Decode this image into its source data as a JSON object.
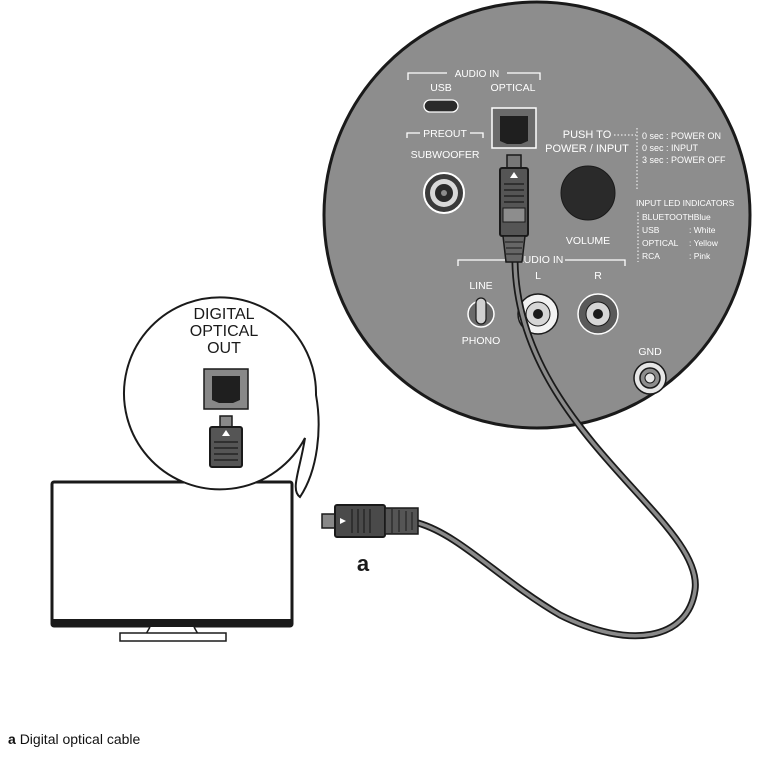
{
  "panel": {
    "audio_in_top": "AUDIO IN",
    "usb": "USB",
    "optical": "OPTICAL",
    "preout": "PREOUT",
    "subwoofer": "SUBWOOFER",
    "push_to_line1": "PUSH TO",
    "push_to_line2": "POWER / INPUT",
    "power_notes": [
      "0 sec : POWER ON",
      "0 sec : INPUT",
      "3 sec : POWER OFF"
    ],
    "volume": "VOLUME",
    "led_title": "INPUT LED INDICATORS",
    "led_rows": [
      {
        "name": "BLUETOOTH",
        "color": ": Blue"
      },
      {
        "name": "USB",
        "color": ": White"
      },
      {
        "name": "OPTICAL",
        "color": ": Yellow"
      },
      {
        "name": "RCA",
        "color": ": Pink"
      }
    ],
    "audio_in_bottom": "AUDIO IN",
    "left": "L",
    "right": "R",
    "line": "LINE",
    "phono": "PHONO",
    "gnd": "GND"
  },
  "tv_callout": {
    "line1": "DIGITAL",
    "line2": "OPTICAL",
    "line3": "OUT"
  },
  "cable_marker": "a",
  "caption": {
    "marker": "a",
    "text": "Digital optical cable"
  },
  "colors": {
    "panel": "#8d8d8d",
    "outline": "#1a1a1a"
  }
}
